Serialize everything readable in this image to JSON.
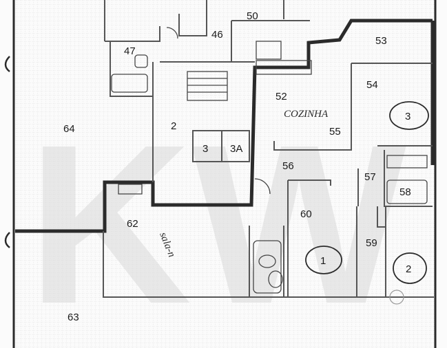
{
  "colors": {
    "paper": "#fbfbfb",
    "grid": "#c9c9c9",
    "wall": "#2b2b2b",
    "thin_wall": "#555555",
    "watermark": "#d9d9d9"
  },
  "watermark": {
    "text": "KW"
  },
  "rooms": [
    {
      "id": "r50",
      "label": "50"
    },
    {
      "id": "r46",
      "label": "46"
    },
    {
      "id": "r47",
      "label": "47"
    },
    {
      "id": "r53",
      "label": "53"
    },
    {
      "id": "r52",
      "label": "52"
    },
    {
      "id": "r54",
      "label": "54"
    },
    {
      "id": "r64",
      "label": "64"
    },
    {
      "id": "r2",
      "label": "2"
    },
    {
      "id": "r3",
      "label": "3"
    },
    {
      "id": "r3a",
      "label": "3A"
    },
    {
      "id": "r55",
      "label": "55"
    },
    {
      "id": "r56",
      "label": "56"
    },
    {
      "id": "r57",
      "label": "57"
    },
    {
      "id": "r58",
      "label": "58"
    },
    {
      "id": "r62",
      "label": "62"
    },
    {
      "id": "r60",
      "label": "60"
    },
    {
      "id": "r59",
      "label": "59"
    },
    {
      "id": "r63",
      "label": "63"
    }
  ],
  "annotations": {
    "kitchen": "COZINHA",
    "circle_3": "3",
    "circle_1": "1",
    "circle_2": "2",
    "diagonal": "sala-n"
  }
}
